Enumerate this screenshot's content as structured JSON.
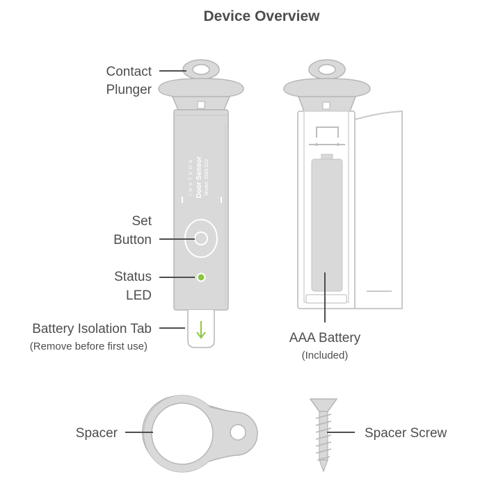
{
  "title": "Device Overview",
  "labels": {
    "contact_line1": "Contact",
    "contact_line2": "Plunger",
    "set_line1": "Set",
    "set_line2": "Button",
    "status_line1": "Status",
    "status_line2": "LED",
    "battery_tab": "Battery Isolation Tab",
    "battery_tab_note": "(Remove before first use)",
    "aaa_battery": "AAA Battery",
    "aaa_battery_note": "(Included)",
    "spacer": "Spacer",
    "spacer_screw": "Spacer Screw"
  },
  "device_text": {
    "brand": "I N S T E O N",
    "product": "Door Sensor",
    "model": "Model: 2845-222"
  },
  "colors": {
    "body": "#d9d9d9",
    "outline": "#b5b5b5",
    "led": "#8cc63f",
    "arrow": "#8cc63f",
    "label_text": "#4d4d4d",
    "leader": "#4d4d4d"
  }
}
